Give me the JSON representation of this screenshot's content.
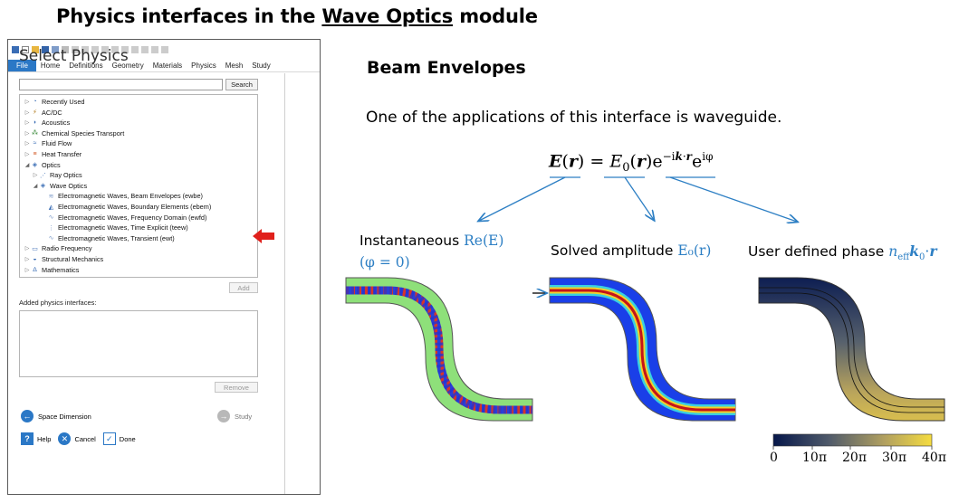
{
  "slide": {
    "title_prefix": "Physics interfaces in the ",
    "title_link": "Wave Optics",
    "title_suffix": " module"
  },
  "window": {
    "tabs": [
      {
        "label": "File"
      },
      {
        "label": "Home"
      },
      {
        "label": "Definitions"
      },
      {
        "label": "Geometry"
      },
      {
        "label": "Materials"
      },
      {
        "label": "Physics"
      },
      {
        "label": "Mesh"
      },
      {
        "label": "Study"
      }
    ],
    "panel_title": "Select Physics",
    "search": {
      "button": "Search",
      "value": ""
    },
    "tree": [
      {
        "label": "Recently Used",
        "icon": "clock-icon",
        "arrow": "▷",
        "indent": 0
      },
      {
        "label": "AC/DC",
        "icon": "acdc-icon",
        "arrow": "▷",
        "indent": 0
      },
      {
        "label": "Acoustics",
        "icon": "acoustics-icon",
        "arrow": "▷",
        "indent": 0
      },
      {
        "label": "Chemical Species Transport",
        "icon": "chemical-icon",
        "arrow": "▷",
        "indent": 0
      },
      {
        "label": "Fluid Flow",
        "icon": "fluid-icon",
        "arrow": "▷",
        "indent": 0
      },
      {
        "label": "Heat Transfer",
        "icon": "heat-icon",
        "arrow": "▷",
        "indent": 0
      },
      {
        "label": "Optics",
        "icon": "optics-icon",
        "arrow": "◢",
        "indent": 0
      },
      {
        "label": "Ray Optics",
        "icon": "ray-optics-icon",
        "arrow": "▷",
        "indent": 1
      },
      {
        "label": "Wave Optics",
        "icon": "wave-optics-icon",
        "arrow": "◢",
        "indent": 1
      },
      {
        "label": "Electromagnetic Waves, Beam Envelopes (ewbe)",
        "icon": "beam-envelopes-icon",
        "arrow": "",
        "indent": 2
      },
      {
        "label": "Electromagnetic Waves, Boundary Elements (ebem)",
        "icon": "boundary-elements-icon",
        "arrow": "",
        "indent": 2
      },
      {
        "label": "Electromagnetic Waves, Frequency Domain (ewfd)",
        "icon": "frequency-domain-icon",
        "arrow": "",
        "indent": 2
      },
      {
        "label": "Electromagnetic Waves, Time Explicit (teew)",
        "icon": "time-explicit-icon",
        "arrow": "",
        "indent": 2
      },
      {
        "label": "Electromagnetic Waves, Transient (ewt)",
        "icon": "transient-icon",
        "arrow": "",
        "indent": 2
      },
      {
        "label": "Radio Frequency",
        "icon": "radio-frequency-icon",
        "arrow": "▷",
        "indent": 0
      },
      {
        "label": "Structural Mechanics",
        "icon": "structural-icon",
        "arrow": "▷",
        "indent": 0
      },
      {
        "label": "Mathematics",
        "icon": "math-icon",
        "arrow": "▷",
        "indent": 0
      }
    ],
    "add_button": "Add",
    "added_label": "Added physics interfaces:",
    "remove_button": "Remove",
    "space_dimension": "Space Dimension",
    "study": "Study",
    "help": "Help",
    "cancel": "Cancel",
    "done": "Done"
  },
  "content": {
    "heading": "Beam Envelopes",
    "subtext": "One of the applications of this interface is waveguide.",
    "labels": {
      "instantaneous": "Instantaneous ",
      "instantaneous_math": "Re(E)",
      "phi_zero": "(φ = 0)",
      "solved": "Solved amplitude ",
      "solved_math": "E₀(r)",
      "user_phase": "User defined phase "
    },
    "colorbar_ticks": [
      "0",
      "10π",
      "20π",
      "30π",
      "40π"
    ],
    "colors": {
      "accent": "#2d7fc4",
      "file_tab": "#2b78c6",
      "red_arrow": "#e0201b"
    }
  }
}
